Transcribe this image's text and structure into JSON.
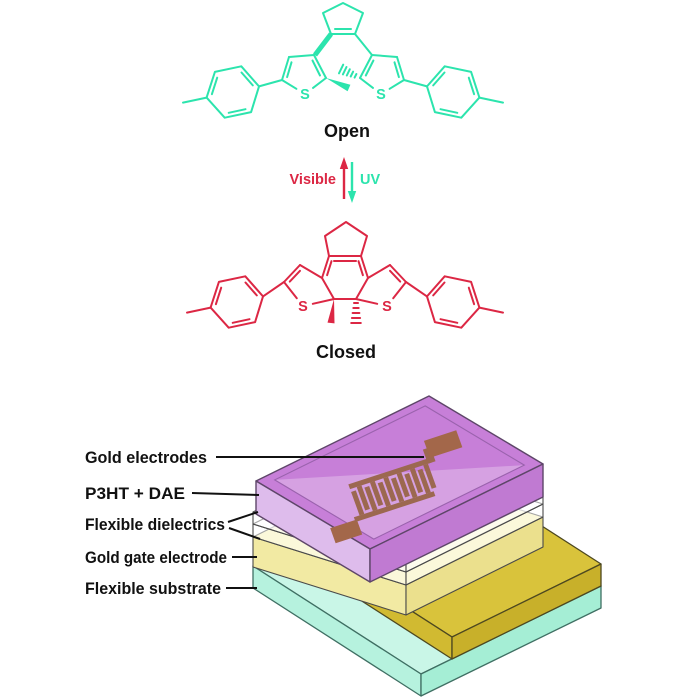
{
  "molecules": {
    "open": {
      "name": "Open",
      "color": "#2ce4ad",
      "sulfur": "S"
    },
    "closed": {
      "name": "Closed",
      "color": "#dc2744",
      "sulfur": "S"
    }
  },
  "switch": {
    "visible_label": "Visible",
    "visible_color": "#dc2744",
    "uv_label": "UV",
    "uv_color": "#2ce4ad"
  },
  "device": {
    "labels": {
      "gold_electrodes": "Gold electrodes",
      "p3ht_dae": "P3HT + DAE",
      "flexible_dielectrics": "Flexible dielectrics",
      "gold_gate": "Gold gate electrode",
      "flexible_substrate": "Flexible substrate"
    },
    "colors": {
      "semiconductor_top": "#c77fd8",
      "semiconductor_left": "#debcec",
      "semiconductor_right": "#c07ad2",
      "electrode_brown": "#a3674a",
      "electrode_brown_muted": "#9c6850",
      "dielectric_fill": "rgba(255,255,255,0.5)",
      "pale_dielectric_top": "#f6f0b4",
      "pale_dielectric_left": "#f2eaa3",
      "pale_dielectric_right": "#ebe08d",
      "gate_top": "#d9c33b",
      "gate_left": "#d1ba31",
      "gate_right": "#c8b02a",
      "substrate_top": "#c9f6e7",
      "substrate_left": "#b6f2de",
      "substrate_right": "#a5eed5"
    }
  }
}
